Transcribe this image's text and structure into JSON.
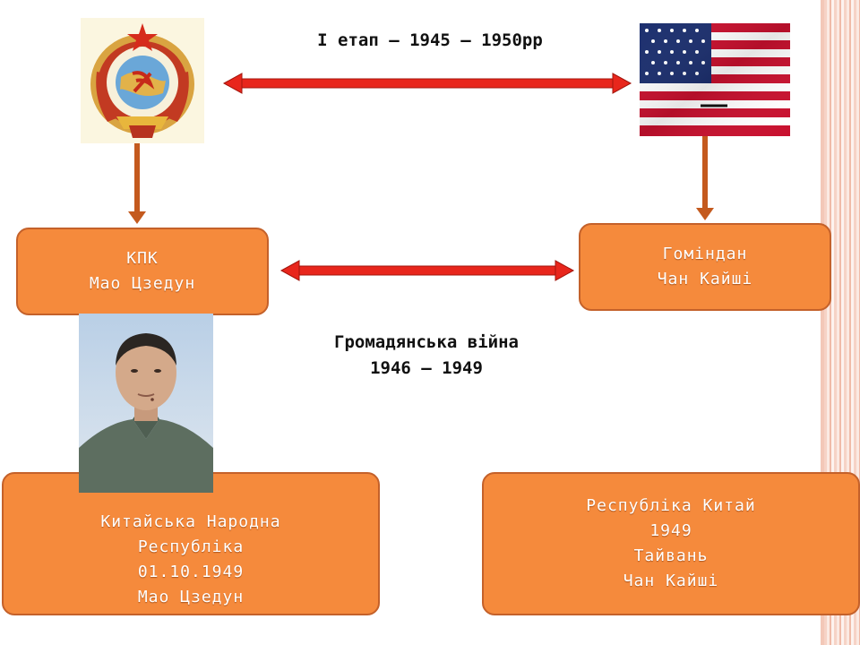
{
  "stage_title": "I етап – 1945 – 1950рр",
  "kpk_box": {
    "line1": "КПК",
    "line2": "Мао Цзедун"
  },
  "gomindan_box": {
    "line1": "Гоміндан",
    "line2": "Чан Кайші"
  },
  "civil_war": {
    "line1": "Громадянська війна",
    "line2": "1946 – 1949"
  },
  "prc_box": {
    "line1": "Китайська Народна",
    "line2": "Республіка",
    "line3": "01.10.1949",
    "line4": "Мао Цзедун"
  },
  "roc_box": {
    "line1": "Республіка Китай",
    "line2": "1949",
    "line3": "Тайвань",
    "line4": "Чан Кайші"
  },
  "colors": {
    "box_fill": "#f58a3c",
    "box_border": "#c4612a",
    "arrow_red": "#e8261c",
    "arrow_brown": "#c45a1e"
  },
  "images": {
    "left_top": "ussr-emblem",
    "right_top": "usa-flag",
    "portrait": "mao-zedong-portrait"
  }
}
